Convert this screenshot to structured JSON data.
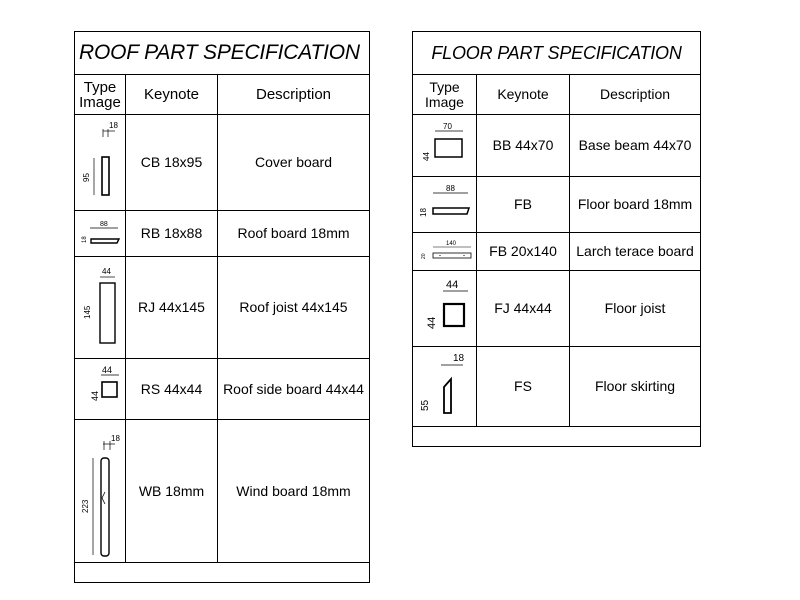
{
  "roof": {
    "title": "ROOF PART SPECIFICATION",
    "headers": {
      "image": "Type\nImage",
      "keynote": "Keynote",
      "description": "Description"
    },
    "rows": [
      {
        "keynote": "CB 18x95",
        "description": "Cover board",
        "dim_w": "18",
        "dim_h": "95",
        "icon": "cover-board-profile"
      },
      {
        "keynote": "RB 18x88",
        "description": "Roof board 18mm",
        "dim_w": "88",
        "dim_h": "18",
        "icon": "roof-board-profile"
      },
      {
        "keynote": "RJ 44x145",
        "description": "Roof joist 44x145",
        "dim_w": "44",
        "dim_h": "145",
        "icon": "roof-joist-profile"
      },
      {
        "keynote": "RS 44x44",
        "description": "Roof side board 44x44",
        "dim_w": "44",
        "dim_h": "44",
        "icon": "roof-side-board-profile"
      },
      {
        "keynote": "WB 18mm",
        "description": "Wind board 18mm",
        "dim_w": "18",
        "dim_h": "223",
        "icon": "wind-board-profile"
      }
    ]
  },
  "floor": {
    "title": "FLOOR PART SPECIFICATION",
    "headers": {
      "image": "Type\nImage",
      "keynote": "Keynote",
      "description": "Description"
    },
    "rows": [
      {
        "keynote": "BB 44x70",
        "description": "Base beam 44x70",
        "dim_w": "70",
        "dim_h": "44",
        "icon": "base-beam-profile"
      },
      {
        "keynote": "FB",
        "description": "Floor board 18mm",
        "dim_w": "88",
        "dim_h": "18",
        "icon": "floor-board-profile"
      },
      {
        "keynote": "FB 20x140",
        "description": "Larch terace board",
        "dim_w": "140",
        "dim_h": "20",
        "icon": "terrace-board-profile"
      },
      {
        "keynote": "FJ 44x44",
        "description": "Floor joist",
        "dim_w": "44",
        "dim_h": "44",
        "icon": "floor-joist-profile"
      },
      {
        "keynote": "FS",
        "description": "Floor skirting",
        "dim_w": "18",
        "dim_h": "55",
        "icon": "floor-skirting-profile"
      }
    ]
  }
}
